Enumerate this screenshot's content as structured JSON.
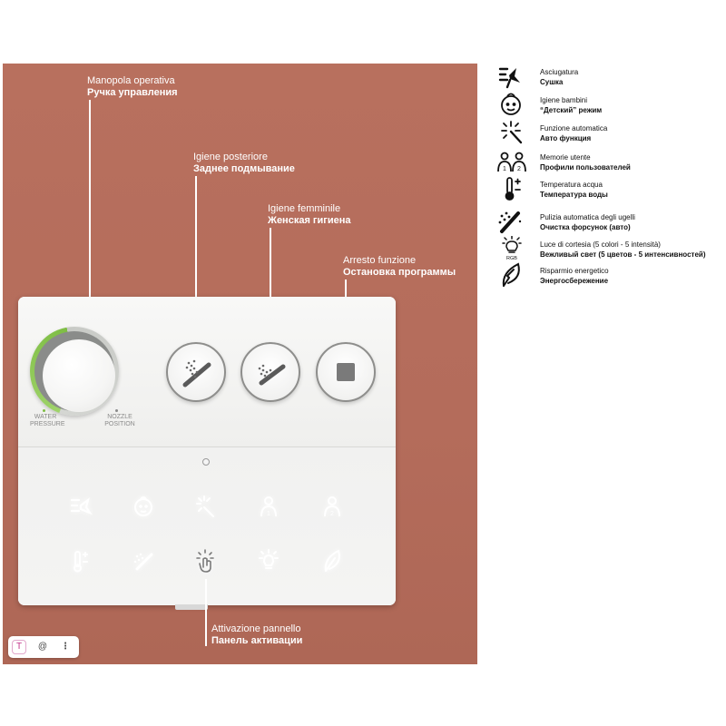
{
  "panel": {
    "knob": {
      "water_pressure": "WATER PRESSURE",
      "nozzle_position": "NOZZLE POSITION",
      "accent_color": "#7ebd44"
    }
  },
  "callouts": {
    "knob": {
      "it": "Manopola operativa",
      "ru": "Ручка управления"
    },
    "rear": {
      "it": "Igiene posteriore",
      "ru": "Заднее подмывание"
    },
    "feminine": {
      "it": "Igiene femminile",
      "ru": "Женская гигиена"
    },
    "stop": {
      "it": "Arresto funzione",
      "ru": "Остановка программы"
    },
    "activation": {
      "it": "Attivazione pannello",
      "ru": "Панель активации"
    }
  },
  "legend": [
    {
      "icon": "fan-dry-icon",
      "it": "Asciugatura",
      "ru": "Сушка"
    },
    {
      "icon": "child-face-icon",
      "it": "Igiene bambini",
      "ru": "“Детский” режим"
    },
    {
      "icon": "magic-wand-icon",
      "it": "Funzione automatica",
      "ru": "Авто функция"
    },
    {
      "icon": "users-icon",
      "it": "Memorie utente",
      "ru": "Профили пользователей"
    },
    {
      "icon": "thermometer-icon",
      "it": "Temperatura acqua",
      "ru": "Температура воды"
    },
    {
      "icon": "nozzle-clean-icon",
      "it": "Pulizia automatica degli ugelli",
      "ru": "Очистка форсунок (авто)"
    },
    {
      "icon": "rgb-light-icon",
      "it": "Luce di cortesia (5 colori - 5 intensità)",
      "ru": "Вежливый свет (5 цветов - 5 интенсивностей)",
      "badge": "RGB"
    },
    {
      "icon": "eco-leaf-icon",
      "it": "Risparmio energetico",
      "ru": "Энергосбережение"
    }
  ],
  "toolbar": {
    "text_tool": "T",
    "lens_tool": "@",
    "more": "⋮"
  }
}
